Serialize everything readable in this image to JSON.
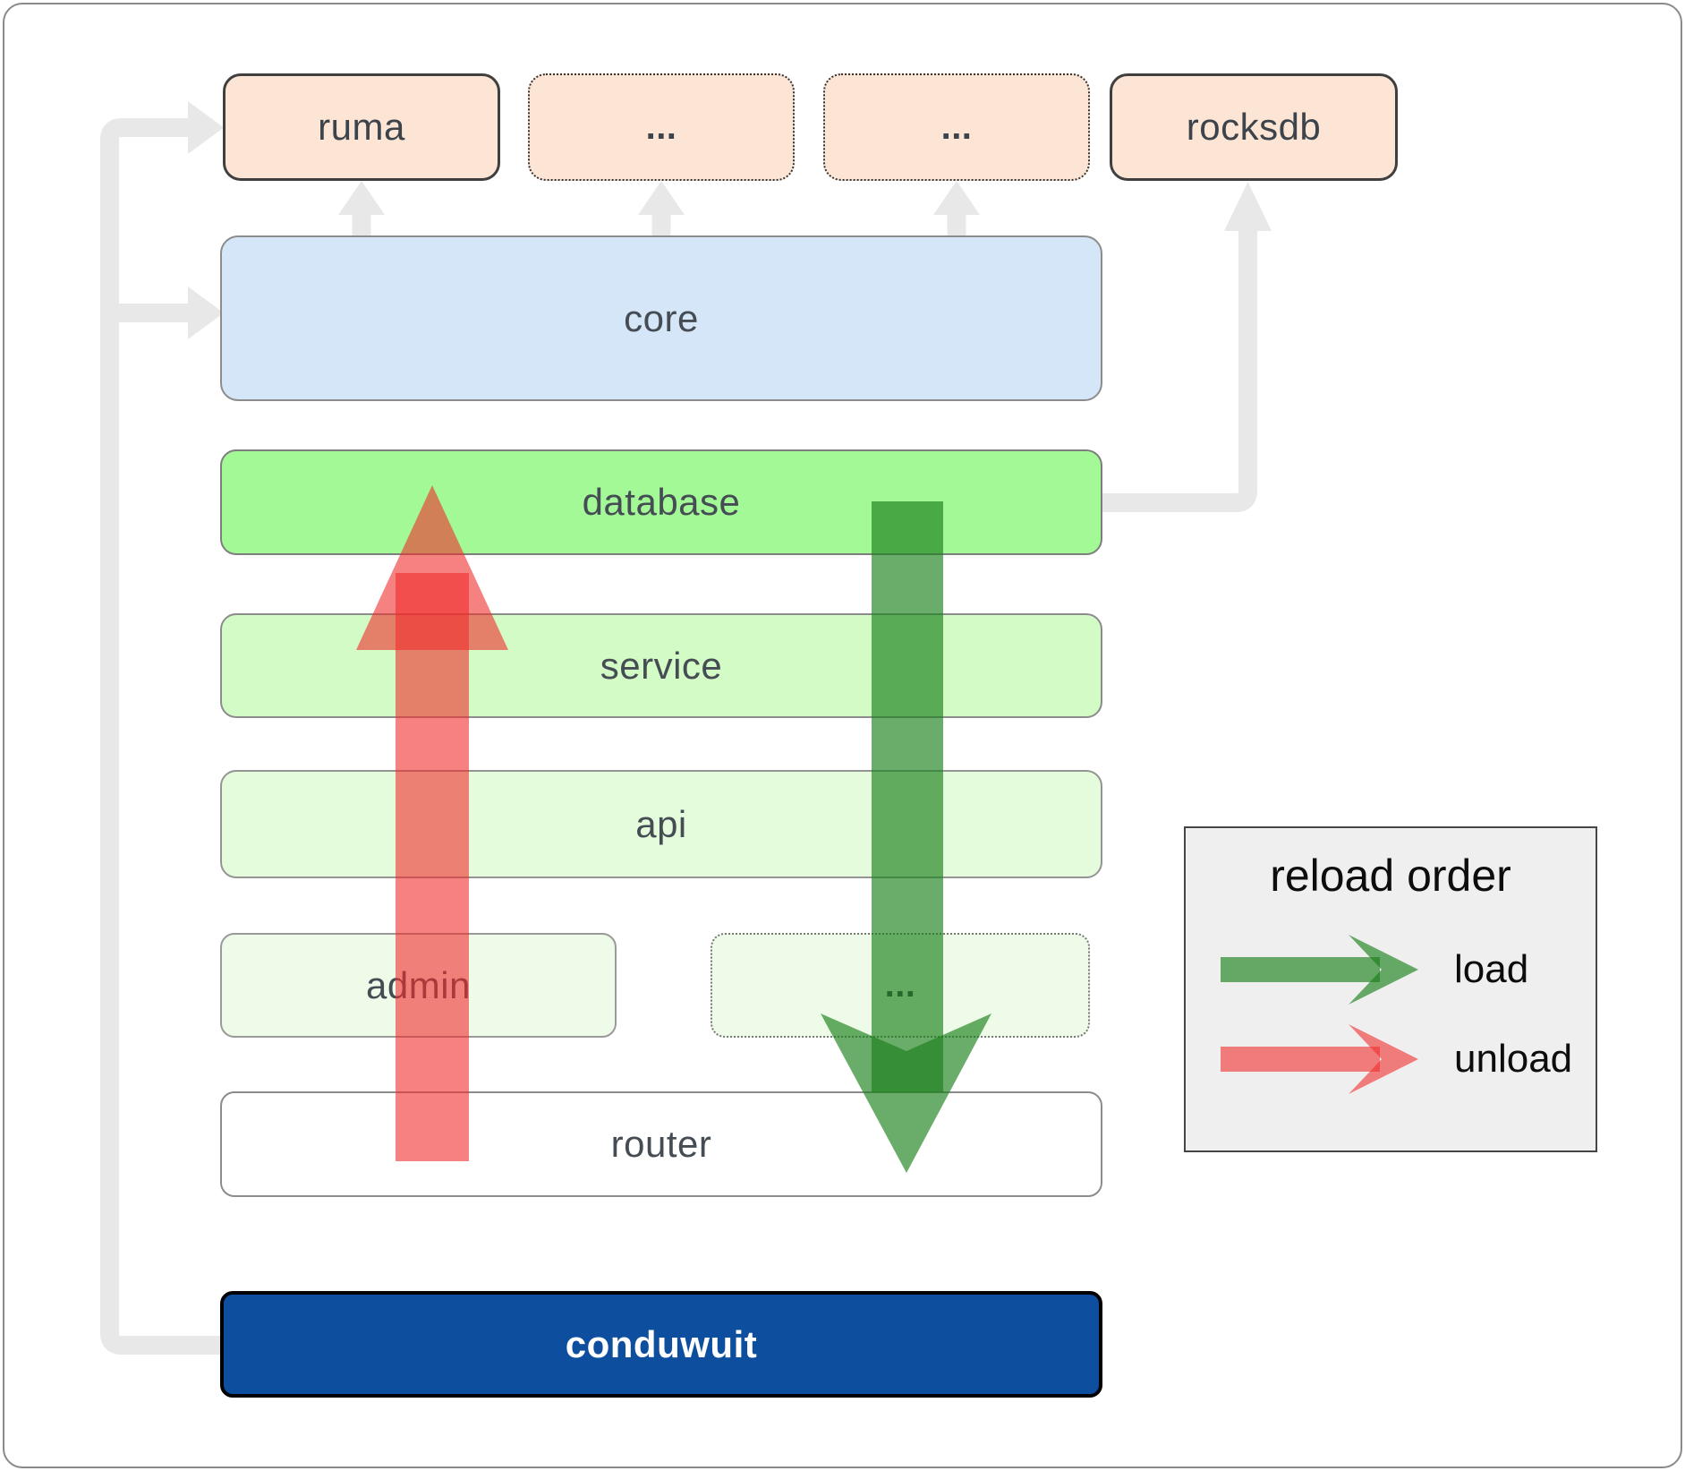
{
  "top_row": {
    "ruma": "ruma",
    "ellipsis1": "...",
    "ellipsis2": "...",
    "rocksdb": "rocksdb"
  },
  "layers": {
    "core": "core",
    "database": "database",
    "service": "service",
    "api": "api",
    "admin": "admin",
    "admin_ellipsis": "...",
    "router": "router",
    "conduwuit": "conduwuit"
  },
  "legend": {
    "title": "reload order",
    "load_label": "load",
    "unload_label": "unload"
  },
  "colors": {
    "connector_gray": "#e8e8e8",
    "load_green": "#1a801a",
    "unload_red": "#f02d2d",
    "peach_fill": "#fce5d5",
    "core_fill": "#d5e6f8",
    "database_fill": "#a2f996",
    "service_fill": "#d2fbc6",
    "api_fill": "#e4fcdc",
    "admin_fill": "#eefbe8",
    "router_fill": "#ffffff",
    "conduwuit_fill": "#0d4f9e",
    "legend_bg": "#efefef"
  }
}
